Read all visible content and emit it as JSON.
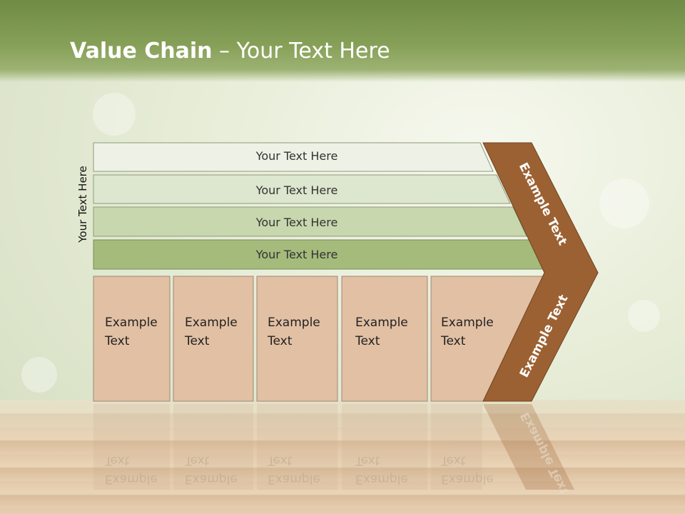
{
  "title": {
    "bold": "Value Chain",
    "rest": " – Your Text Here"
  },
  "vertical_label": "Your Text Here",
  "rows": [
    {
      "label": "Your Text Here"
    },
    {
      "label": "Your Text Here"
    },
    {
      "label": "Your Text Here"
    },
    {
      "label": "Your Text Here"
    }
  ],
  "cells": [
    {
      "line1": "Example",
      "line2": "Text"
    },
    {
      "line1": "Example",
      "line2": "Text"
    },
    {
      "line1": "Example",
      "line2": "Text"
    },
    {
      "line1": "Example",
      "line2": "Text"
    },
    {
      "line1": "Example",
      "line2": "Text"
    }
  ],
  "chevron": {
    "upper": "Example Text",
    "lower": "Example Text"
  },
  "colors": {
    "row1": "#eef1e6",
    "row2": "#dde6cf",
    "row3": "#c8d7ad",
    "row4": "#a4bb7c",
    "cell": "#e2c0a3",
    "chevron": "#9c6132"
  }
}
